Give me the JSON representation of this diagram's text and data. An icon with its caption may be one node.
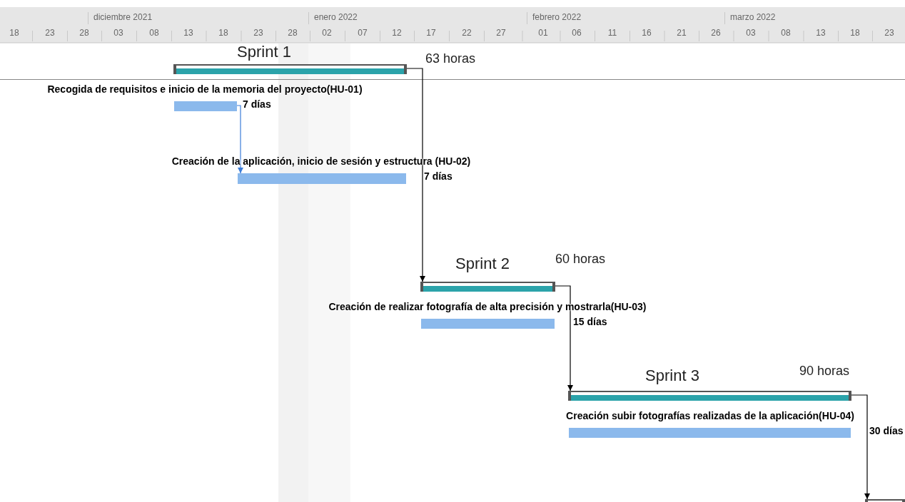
{
  "diagram": {
    "nodes": [
      {
        "text": [
          "Sprint 1"
        ],
        "beside": [
          "63 horas"
        ]
      },
      {
        "text": [
          "Recogida de requisitos e inicio de la memoria del proyecto(HU-01)"
        ],
        "beside": [
          "7 días"
        ]
      },
      {
        "text": [
          "Creación de la aplicación, inicio de sesión y estructura (HU-02)"
        ],
        "beside": [
          "7 días"
        ]
      },
      {
        "text": [
          "Sprint 2"
        ],
        "beside": [
          "60 horas"
        ]
      },
      {
        "text": [
          "Creación de realizar fotografía de alta precisión y mostrarla(HU-03)"
        ],
        "beside": [
          "15 días"
        ]
      },
      {
        "text": [
          "Sprint 3"
        ],
        "beside": [
          "90 horas"
        ]
      },
      {
        "text": [
          "Creación subir fotografías realizadas de la aplicación(HU-04)"
        ],
        "beside": [
          "30 días"
        ]
      },
      {
        "text": [],
        "shape": "bar"
      }
    ],
    "edges": [
      {
        "from": 1,
        "to": 2,
        "arrow": "to",
        "color": "#3c7dd9"
      },
      {
        "from": 0,
        "to": 3,
        "arrow": "to"
      },
      {
        "from": 3,
        "to": 5,
        "arrow": "to"
      },
      {
        "from": 5,
        "to": 7,
        "arrow": "to"
      }
    ],
    "labels": [
      "diciembre 2021",
      "enero 2022",
      "febrero 2022",
      "marzo 2022",
      "18",
      "23",
      "28",
      "03",
      "08",
      "13",
      "18",
      "23",
      "28",
      "02",
      "07",
      "12",
      "17",
      "22",
      "27",
      "01",
      "06",
      "11",
      "16",
      "21",
      "26",
      "03",
      "08",
      "13",
      "18",
      "23"
    ]
  }
}
